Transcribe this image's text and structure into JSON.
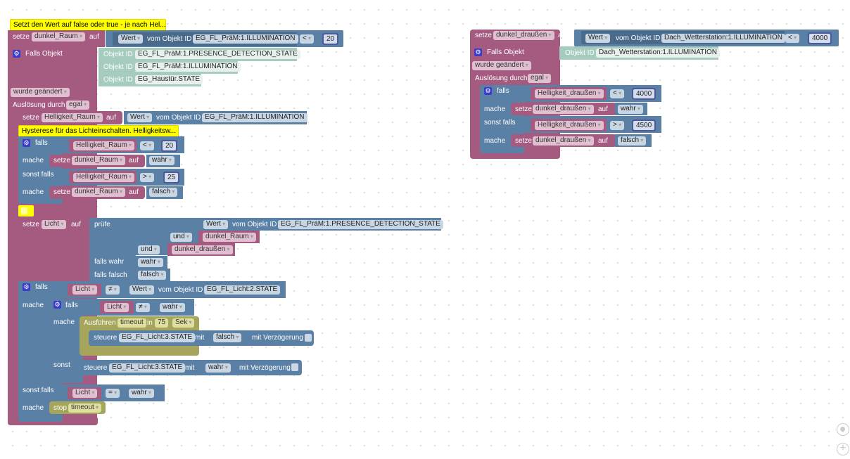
{
  "workspace": {
    "comments": {
      "c1": "Setzt den Wert auf false oder true - je nach Hel...",
      "c2": "Hysterese für das Lichteinschalten. Helligkeitsw..."
    },
    "block1": {
      "setze": "setze",
      "var": "dunkel_Raum",
      "auf": "auf",
      "wert": "Wert",
      "vom": "vom Objekt ID",
      "obj": "EG_FL_PräM:1.ILLUMINATION",
      "op": "<",
      "val": "20",
      "falls_objekt": "Falls Objekt",
      "objekt_id_label": "Objekt ID",
      "triggers": [
        "EG_FL_PräM:1.PRESENCE_DETECTION_STATE",
        "EG_FL_PräM:1.ILLUMINATION",
        "EG_Haustür.STATE"
      ],
      "wurde": "wurde geändert",
      "ausloesung": "Auslösung durch",
      "egal": "egal"
    },
    "block2": {
      "setze": "setze",
      "var": "Helligkeit_Raum",
      "auf": "auf",
      "wert": "Wert",
      "vom": "vom Objekt ID",
      "obj": "EG_FL_PräM:1.ILLUMINATION"
    },
    "if1": {
      "falls": "falls",
      "mache": "mache",
      "sonst_falls": "sonst falls",
      "var": "Helligkeit_Raum",
      "op1": "<",
      "val1": "20",
      "set_var": "dunkel_Raum",
      "setze": "setze",
      "auf": "auf",
      "true": "wahr",
      "op2": ">",
      "val2": "25",
      "false": "falsch"
    },
    "licht": {
      "setze": "setze",
      "var": "Licht",
      "auf": "auf",
      "pruefe": "prüfe",
      "wert": "Wert",
      "vom": "vom Objekt ID",
      "obj": "EG_FL_PräM:1.PRESENCE_DETECTION_STATE",
      "und": "und",
      "v1": "dunkel_Raum",
      "v2": "dunkel_draußen",
      "falls_wahr": "falls wahr",
      "falls_falsch": "falls falsch",
      "wahr": "wahr",
      "falsch": "falsch"
    },
    "if2": {
      "falls": "falls",
      "mache": "mache",
      "sonst": "sonst",
      "sonst_falls": "sonst falls",
      "var": "Licht",
      "neq": "≠",
      "eq": "=",
      "wert": "Wert",
      "vom": "vom Objekt ID",
      "obj": "EG_FL_Licht:2.STATE",
      "wahr": "wahr",
      "falsch": "falsch",
      "ausfuehren": "Ausführen",
      "timeout": "timeout",
      "in": "in",
      "sec": "75",
      "unit": "Sek",
      "steuere": "steuere",
      "target": "EG_FL_Licht:3.STATE",
      "mit": "mit",
      "verz": "mit Verzögerung",
      "stop": "stop"
    },
    "block3": {
      "setze": "setze",
      "var": "dunkel_draußen",
      "auf": "auf",
      "wert": "Wert",
      "vom": "vom Objekt ID",
      "obj": "Dach_Wetterstation:1.ILLUMINATION",
      "op": "<",
      "val": "4000",
      "falls_objekt": "Falls Objekt",
      "objekt_id_label": "Objekt ID",
      "trigger": "Dach_Wetterstation:1.ILLUMINATION",
      "wurde": "wurde geändert",
      "ausloesung": "Auslösung durch",
      "egal": "egal",
      "falls": "falls",
      "mache": "mache",
      "sonst_falls": "sonst falls",
      "cond_var": "Helligkeit_draußen",
      "op1": "<",
      "val1": "4000",
      "op2": ">",
      "val2": "4500",
      "wahr": "wahr",
      "falsch": "falsch"
    }
  },
  "controls": {
    "recenter_icon": "target-icon",
    "zoom_in_icon": "plus-icon"
  }
}
